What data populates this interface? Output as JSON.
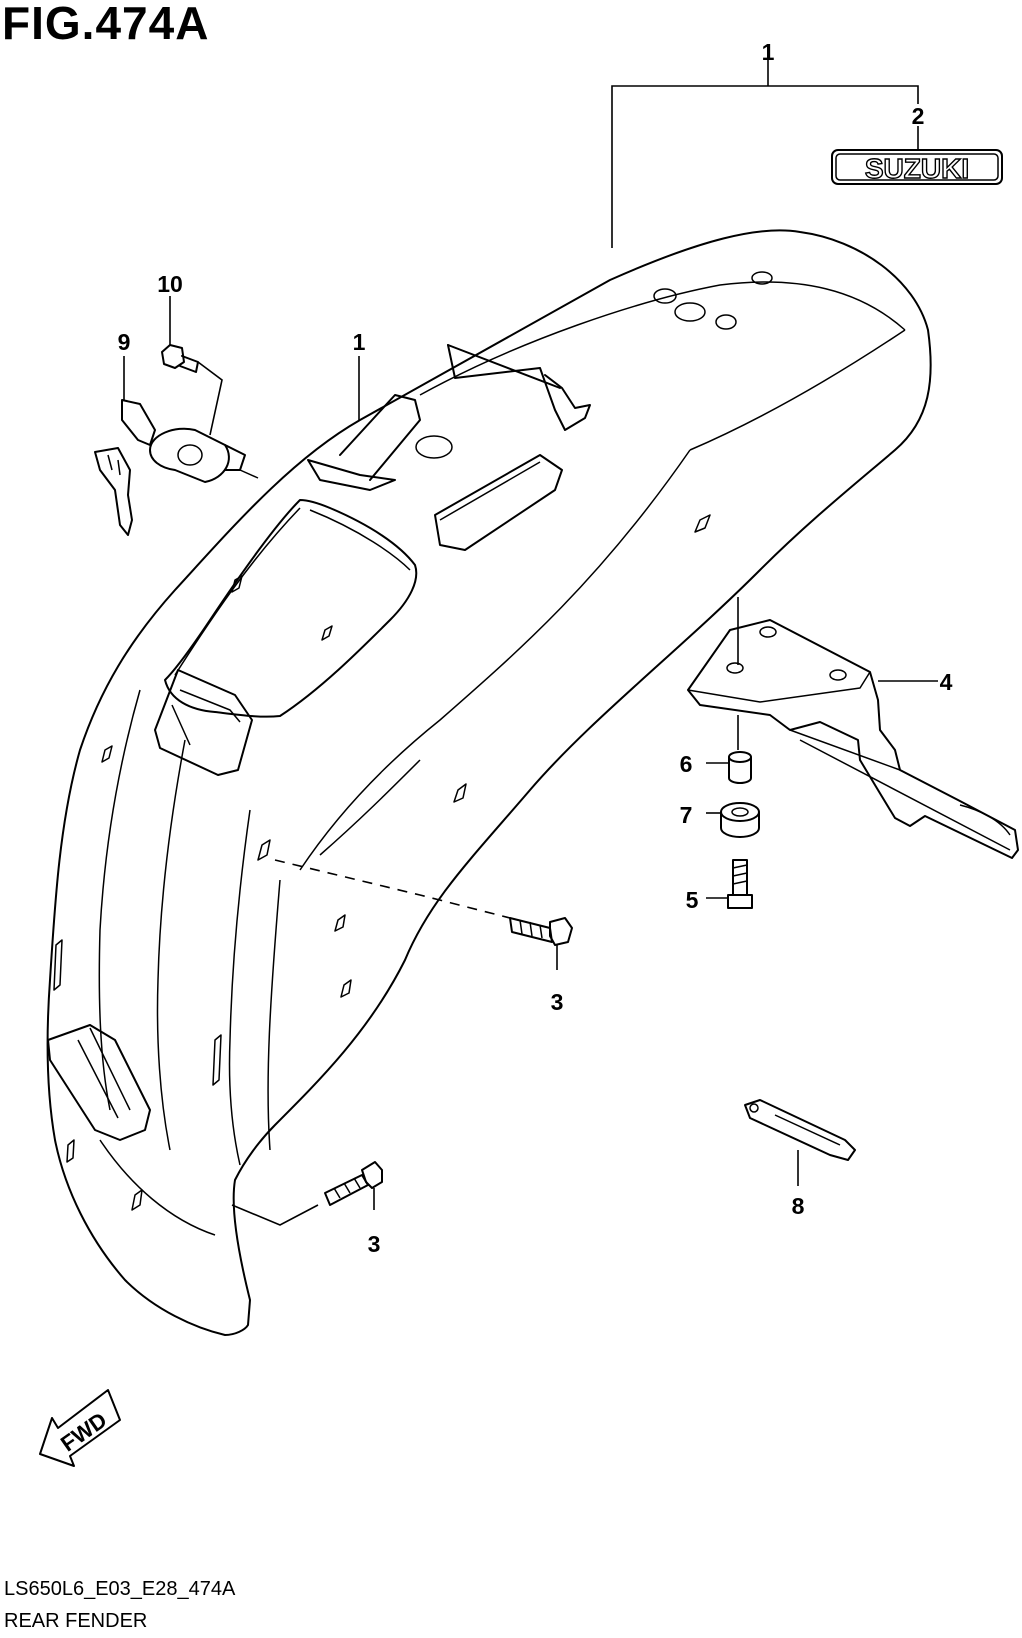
{
  "figure": {
    "title": "FIG.474A",
    "code": "LS650L6_E03_E28_474A",
    "name": "REAR FENDER"
  },
  "callouts": {
    "c1_top": "1",
    "c1_mid": "1",
    "c2": "2",
    "c3_upper": "3",
    "c3_lower": "3",
    "c4": "4",
    "c5": "5",
    "c6": "6",
    "c7": "7",
    "c8": "8",
    "c9": "9",
    "c10": "10"
  },
  "emblem_text": "SUZUKI",
  "direction_label": "FWD"
}
